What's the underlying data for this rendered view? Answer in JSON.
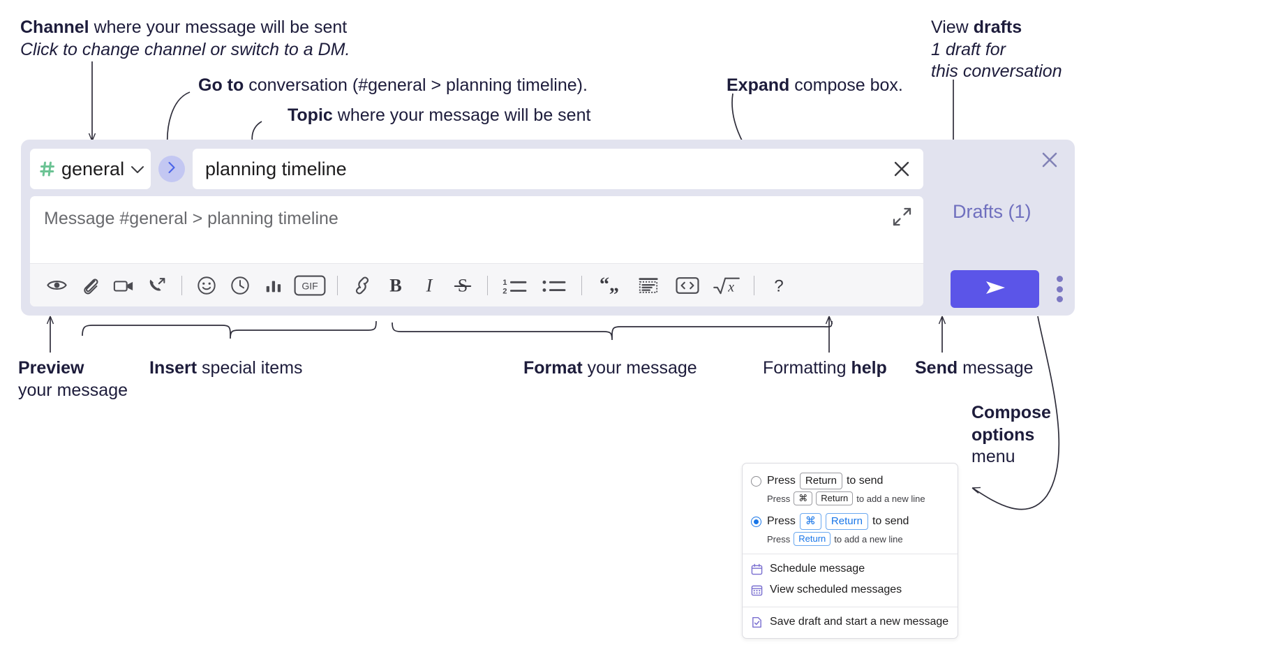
{
  "annotations": [
    {
      "id": "channel",
      "bold": "Channel",
      "rest": " where your message will be sent",
      "italic": "Click to change channel or switch to a DM."
    },
    {
      "id": "goto",
      "bold": "Go to",
      "rest": " conversation (#general > planning timeline)."
    },
    {
      "id": "topic",
      "bold": "Topic",
      "rest": " where your message will be sent"
    },
    {
      "id": "expand",
      "bold": "Expand",
      "rest": " compose box."
    },
    {
      "id": "drafts",
      "pre": "View ",
      "bold": "drafts",
      "italic1": "1 draft for",
      "italic2": "this conversation"
    },
    {
      "id": "preview",
      "bold": "Preview",
      "line2": "your message"
    },
    {
      "id": "insert",
      "bold": "Insert",
      "rest": " special items"
    },
    {
      "id": "format",
      "bold": "Format",
      "rest": " your message"
    },
    {
      "id": "help",
      "pre": "Formatting ",
      "bold": "help"
    },
    {
      "id": "send",
      "bold": "Send",
      "rest": " message"
    },
    {
      "id": "compose-options",
      "line1": "Compose",
      "line2": "options",
      "line3": "menu"
    }
  ],
  "compose": {
    "channel": {
      "name": "general",
      "hash_icon": "hash-icon",
      "chevron_icon": "chevron-down-icon"
    },
    "goto_icon": "chevron-right-icon",
    "topic": {
      "value": "planning timeline",
      "clear_icon": "close-icon"
    },
    "message": {
      "placeholder": "Message #general > planning timeline",
      "expand_icon": "expand-arrows-icon"
    },
    "toolbar": [
      {
        "name": "preview-icon",
        "label": "Preview"
      },
      {
        "name": "attachment-icon",
        "label": "Attach file"
      },
      {
        "name": "video-icon",
        "label": "Record video clip"
      },
      {
        "name": "call-icon",
        "label": "Huddle / call"
      },
      {
        "name": "separator-1",
        "label": ""
      },
      {
        "name": "emoji-icon",
        "label": "Emoji"
      },
      {
        "name": "clock-icon",
        "label": "Reminder"
      },
      {
        "name": "poll-icon",
        "label": "Poll"
      },
      {
        "name": "gif-icon",
        "label": "GIF"
      },
      {
        "name": "separator-2",
        "label": ""
      },
      {
        "name": "link-icon",
        "label": "Link"
      },
      {
        "name": "bold-icon",
        "label": "B"
      },
      {
        "name": "italic-icon",
        "label": "I"
      },
      {
        "name": "strikethrough-icon",
        "label": "S"
      },
      {
        "name": "separator-3",
        "label": ""
      },
      {
        "name": "ordered-list-icon",
        "label": "Ordered list"
      },
      {
        "name": "bulleted-list-icon",
        "label": "Bulleted list"
      },
      {
        "name": "separator-4",
        "label": ""
      },
      {
        "name": "blockquote-icon",
        "label": "Blockquote"
      },
      {
        "name": "code-block-icon",
        "label": "Code block"
      },
      {
        "name": "code-icon",
        "label": "Code"
      },
      {
        "name": "math-icon",
        "label": "Math"
      },
      {
        "name": "separator-5",
        "label": ""
      },
      {
        "name": "help-icon",
        "label": "?"
      }
    ],
    "drafts_label": "Drafts (1)",
    "send_icon": "send-paper-plane-icon",
    "kebab_icon": "more-options-icon",
    "panel_close_icon": "close-icon"
  },
  "dropdown": {
    "options": [
      {
        "selected": false,
        "main": {
          "pre": "Press",
          "key": "Return",
          "post": "to send"
        },
        "sub": {
          "pre": "Press",
          "key1": "⌘",
          "key2": "Return",
          "post": "to add a new line"
        }
      },
      {
        "selected": true,
        "main": {
          "pre": "Press",
          "key1": "⌘",
          "key2": "Return",
          "post": "to send"
        },
        "sub": {
          "pre": "Press",
          "key": "Return",
          "post": "to add a new line"
        }
      }
    ],
    "items": [
      {
        "icon": "calendar-schedule-icon",
        "label": "Schedule message"
      },
      {
        "icon": "calendar-grid-icon",
        "label": "View scheduled messages"
      },
      {
        "icon": "draft-check-icon",
        "label": "Save draft and start a new message",
        "divider_before": true
      }
    ]
  },
  "colors": {
    "panel_bg": "#e2e3ef",
    "accent_send": "#5b55e8",
    "drafts_text": "#6f6fbe",
    "hash_green": "#6cc394",
    "goto_circle": "#c3c7f2",
    "radio_blue": "#1976e8",
    "toolbar_bg": "#f6f6f8"
  }
}
